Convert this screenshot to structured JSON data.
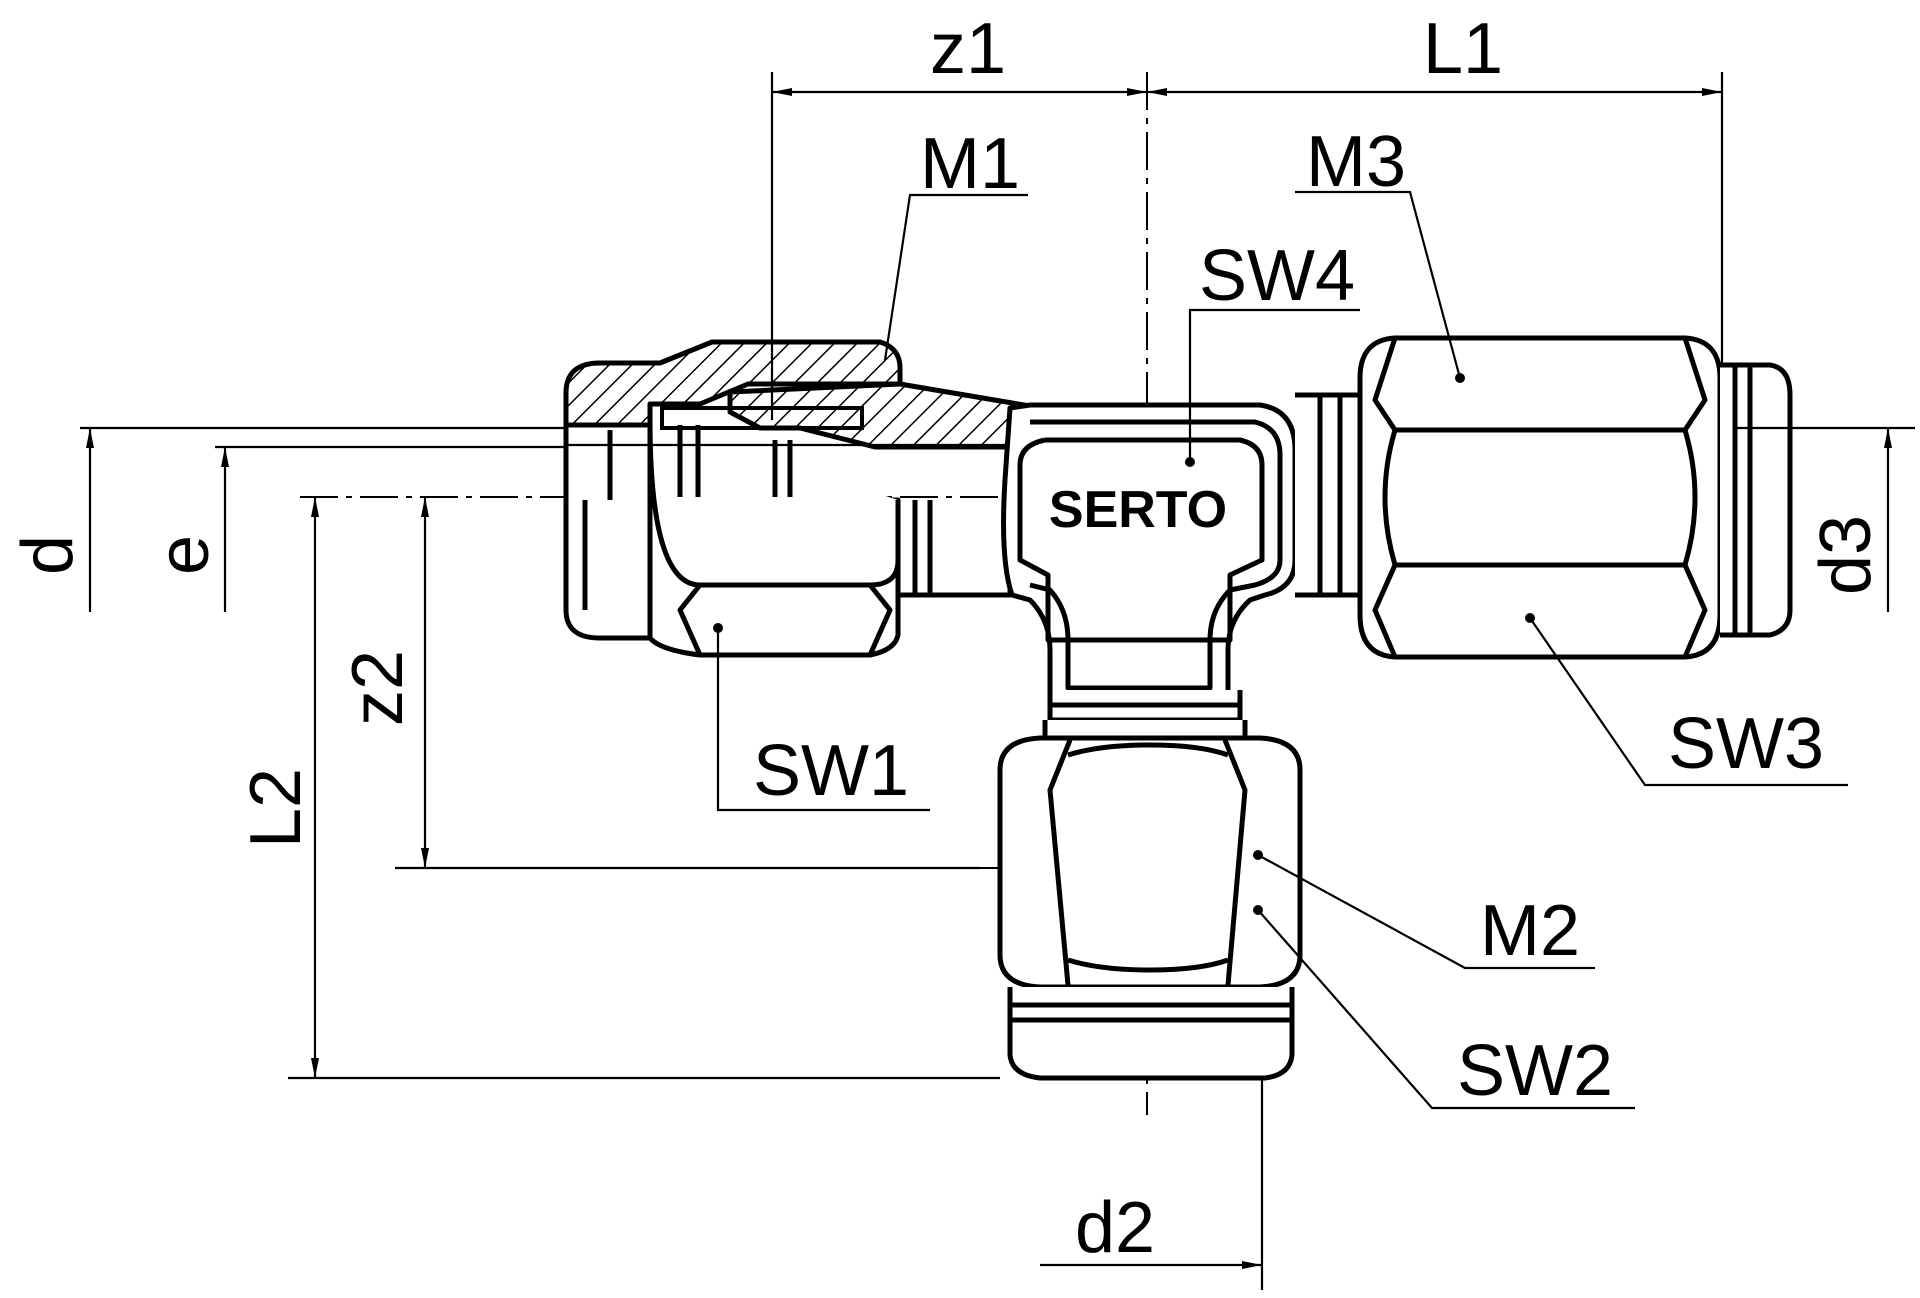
{
  "drawing": {
    "brand": "SERTO",
    "dimensions": {
      "z1": "z1",
      "L1": "L1",
      "z2": "z2",
      "L2": "L2",
      "d": "d",
      "e": "e",
      "d2": "d2",
      "d3": "d3"
    },
    "callouts": {
      "M1": "M1",
      "M2": "M2",
      "M3": "M3",
      "SW1": "SW1",
      "SW2": "SW2",
      "SW3": "SW3",
      "SW4": "SW4"
    }
  }
}
